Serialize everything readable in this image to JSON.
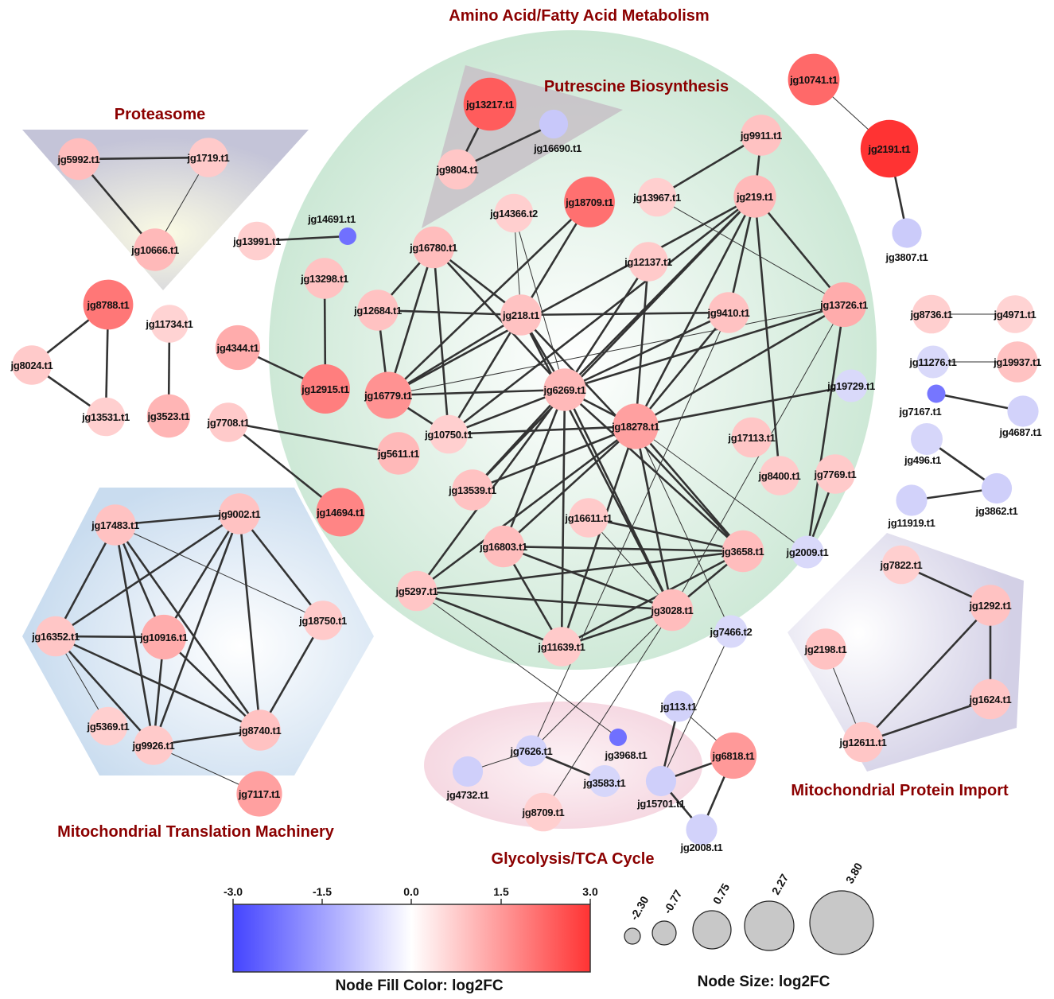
{
  "groups": [
    {
      "id": "amino",
      "title": "Amino Acid/Fatty Acid Metabolism",
      "color": "#cfe8d8"
    },
    {
      "id": "putrescine",
      "title": "Putrescine Biosynthesis",
      "color": "#c9c3c9"
    },
    {
      "id": "proteasome",
      "title": "Proteasome",
      "color": "#f4f3cf"
    },
    {
      "id": "translation",
      "title": "Mitochondrial Translation Machinery",
      "color": "#d4e4f2"
    },
    {
      "id": "glycolysis",
      "title": "Glycolysis/TCA Cycle",
      "color": "#f6dbe3"
    },
    {
      "id": "import",
      "title": "Mitochondrial Protein Import",
      "color": "#dcd9ea"
    }
  ],
  "nodes": [
    {
      "id": "jg10741.t1",
      "log2fc": 2.2
    },
    {
      "id": "jg2191.t1",
      "log2fc": 3.0
    },
    {
      "id": "jg3807.t1",
      "log2fc": -0.7
    },
    {
      "id": "jg13217.t1",
      "log2fc": 2.4
    },
    {
      "id": "jg16690.t1",
      "log2fc": -0.8
    },
    {
      "id": "jg9804.t1",
      "log2fc": 0.7
    },
    {
      "id": "jg5992.t1",
      "log2fc": 0.9
    },
    {
      "id": "jg1719.t1",
      "log2fc": 0.6
    },
    {
      "id": "jg10666.t1",
      "log2fc": 1.0
    },
    {
      "id": "jg9911.t1",
      "log2fc": 0.8
    },
    {
      "id": "jg13967.t1",
      "log2fc": 0.5
    },
    {
      "id": "jg219.t1",
      "log2fc": 1.0
    },
    {
      "id": "jg18709.t1",
      "log2fc": 2.1
    },
    {
      "id": "jg14366.t2",
      "log2fc": 0.5
    },
    {
      "id": "jg14691.t1",
      "log2fc": -2.3
    },
    {
      "id": "jg13991.t1",
      "log2fc": 0.5
    },
    {
      "id": "jg16780.t1",
      "log2fc": 0.9
    },
    {
      "id": "jg12137.t1",
      "log2fc": 0.6
    },
    {
      "id": "jg13298.t1",
      "log2fc": 0.8
    },
    {
      "id": "jg12684.t1",
      "log2fc": 0.8
    },
    {
      "id": "jg218.t1",
      "log2fc": 0.8
    },
    {
      "id": "jg9410.t1",
      "log2fc": 0.8
    },
    {
      "id": "jg13726.t1",
      "log2fc": 1.3
    },
    {
      "id": "jg8788.t1",
      "log2fc": 2.0
    },
    {
      "id": "jg11734.t1",
      "log2fc": 0.4
    },
    {
      "id": "jg8024.t1",
      "log2fc": 0.6
    },
    {
      "id": "jg4344.t1",
      "log2fc": 1.3
    },
    {
      "id": "jg12915.t1",
      "log2fc": 1.9
    },
    {
      "id": "jg16779.t1",
      "log2fc": 1.6
    },
    {
      "id": "jg6269.t1",
      "log2fc": 1.0
    },
    {
      "id": "jg19729.t1",
      "log2fc": -0.3
    },
    {
      "id": "jg8736.t1",
      "log2fc": 0.5
    },
    {
      "id": "jg4971.t1",
      "log2fc": 0.4
    },
    {
      "id": "jg11276.t1",
      "log2fc": -0.3
    },
    {
      "id": "jg19937.t1",
      "log2fc": 0.8
    },
    {
      "id": "jg13531.t1",
      "log2fc": 0.5
    },
    {
      "id": "jg3523.t1",
      "log2fc": 1.1
    },
    {
      "id": "jg7708.t1",
      "log2fc": 0.6
    },
    {
      "id": "jg10750.t1",
      "log2fc": 0.5
    },
    {
      "id": "jg18278.t1",
      "log2fc": 1.4
    },
    {
      "id": "jg17113.t1",
      "log2fc": 0.7
    },
    {
      "id": "jg7167.t1",
      "log2fc": -2.2
    },
    {
      "id": "jg4687.t1",
      "log2fc": -0.5
    },
    {
      "id": "jg5611.t1",
      "log2fc": 1.0
    },
    {
      "id": "jg496.t1",
      "log2fc": -0.4
    },
    {
      "id": "jg8400.t1",
      "log2fc": 0.6
    },
    {
      "id": "jg7769.t1",
      "log2fc": 0.6
    },
    {
      "id": "jg13539.t1",
      "log2fc": 0.8
    },
    {
      "id": "jg3862.t1",
      "log2fc": -0.6
    },
    {
      "id": "jg14694.t1",
      "log2fc": 1.8
    },
    {
      "id": "jg11919.t1",
      "log2fc": -0.5
    },
    {
      "id": "jg17483.t1",
      "log2fc": 0.8
    },
    {
      "id": "jg9002.t1",
      "log2fc": 0.8
    },
    {
      "id": "jg16611.t1",
      "log2fc": 0.6
    },
    {
      "id": "jg16803.t1",
      "log2fc": 0.9
    },
    {
      "id": "jg3658.t1",
      "log2fc": 0.9
    },
    {
      "id": "jg2009.t1",
      "log2fc": -0.3
    },
    {
      "id": "jg7822.t1",
      "log2fc": 0.5
    },
    {
      "id": "jg1292.t1",
      "log2fc": 0.8
    },
    {
      "id": "jg5297.t1",
      "log2fc": 0.7
    },
    {
      "id": "jg18750.t1",
      "log2fc": 0.6
    },
    {
      "id": "jg16352.t1",
      "log2fc": 0.7
    },
    {
      "id": "jg10916.t1",
      "log2fc": 1.3
    },
    {
      "id": "jg2198.t1",
      "log2fc": 0.8
    },
    {
      "id": "jg11639.t1",
      "log2fc": 0.6
    },
    {
      "id": "jg3028.t1",
      "log2fc": 0.9
    },
    {
      "id": "jg7466.t2",
      "log2fc": -0.3
    },
    {
      "id": "jg113.t1",
      "log2fc": -0.5
    },
    {
      "id": "jg1624.t1",
      "log2fc": 0.7
    },
    {
      "id": "jg5369.t1",
      "log2fc": 0.5
    },
    {
      "id": "jg8740.t1",
      "log2fc": 0.8
    },
    {
      "id": "jg9926.t1",
      "log2fc": 0.6
    },
    {
      "id": "jg3968.t1",
      "log2fc": -2.3
    },
    {
      "id": "jg6818.t1",
      "log2fc": 1.5
    },
    {
      "id": "jg12611.t1",
      "log2fc": 0.7
    },
    {
      "id": "jg7626.t1",
      "log2fc": -0.5
    },
    {
      "id": "jg4732.t1",
      "log2fc": -0.6
    },
    {
      "id": "jg3583.t1",
      "log2fc": -0.4
    },
    {
      "id": "jg15701.t1",
      "log2fc": -0.6
    },
    {
      "id": "jg8709.t1",
      "log2fc": 0.5
    },
    {
      "id": "jg2008.t1",
      "log2fc": -0.5
    },
    {
      "id": "jg7117.t1",
      "log2fc": 1.4
    }
  ],
  "edges": [
    [
      "jg10741.t1",
      "jg2191.t1"
    ],
    [
      "jg2191.t1",
      "jg3807.t1"
    ],
    [
      "jg13217.t1",
      "jg9804.t1"
    ],
    [
      "jg9804.t1",
      "jg16690.t1"
    ],
    [
      "jg5992.t1",
      "jg1719.t1"
    ],
    [
      "jg5992.t1",
      "jg10666.t1"
    ],
    [
      "jg1719.t1",
      "jg10666.t1"
    ],
    [
      "jg13991.t1",
      "jg14691.t1"
    ],
    [
      "jg8788.t1",
      "jg8024.t1"
    ],
    [
      "jg8788.t1",
      "jg13531.t1"
    ],
    [
      "jg8024.t1",
      "jg13531.t1"
    ],
    [
      "jg11734.t1",
      "jg3523.t1"
    ],
    [
      "jg13298.t1",
      "jg12915.t1"
    ],
    [
      "jg4344.t1",
      "jg12915.t1"
    ],
    [
      "jg7708.t1",
      "jg5611.t1"
    ],
    [
      "jg7708.t1",
      "jg14694.t1"
    ],
    [
      "jg8736.t1",
      "jg4971.t1"
    ],
    [
      "jg11276.t1",
      "jg19937.t1"
    ],
    [
      "jg7167.t1",
      "jg4687.t1"
    ],
    [
      "jg496.t1",
      "jg3862.t1"
    ],
    [
      "jg11919.t1",
      "jg3862.t1"
    ],
    [
      "jg9911.t1",
      "jg13967.t1"
    ],
    [
      "jg9911.t1",
      "jg219.t1"
    ],
    [
      "jg13967.t1",
      "jg13726.t1"
    ],
    [
      "jg219.t1",
      "jg6269.t1"
    ],
    [
      "jg219.t1",
      "jg18278.t1"
    ],
    [
      "jg219.t1",
      "jg8400.t1"
    ],
    [
      "jg219.t1",
      "jg13726.t1"
    ],
    [
      "jg219.t1",
      "jg9410.t1"
    ],
    [
      "jg219.t1",
      "jg16779.t1"
    ],
    [
      "jg219.t1",
      "jg10750.t1"
    ],
    [
      "jg219.t1",
      "jg13539.t1"
    ],
    [
      "jg18709.t1",
      "jg16779.t1"
    ],
    [
      "jg18709.t1",
      "jg218.t1"
    ],
    [
      "jg14366.t2",
      "jg218.t1"
    ],
    [
      "jg14366.t2",
      "jg6269.t1"
    ],
    [
      "jg16780.t1",
      "jg218.t1"
    ],
    [
      "jg16780.t1",
      "jg6269.t1"
    ],
    [
      "jg16780.t1",
      "jg16779.t1"
    ],
    [
      "jg16780.t1",
      "jg10750.t1"
    ],
    [
      "jg16780.t1",
      "jg12684.t1"
    ],
    [
      "jg12684.t1",
      "jg218.t1"
    ],
    [
      "jg12684.t1",
      "jg16779.t1"
    ],
    [
      "jg218.t1",
      "jg16779.t1"
    ],
    [
      "jg218.t1",
      "jg6269.t1"
    ],
    [
      "jg218.t1",
      "jg10750.t1"
    ],
    [
      "jg218.t1",
      "jg9410.t1"
    ],
    [
      "jg218.t1",
      "jg3658.t1"
    ],
    [
      "jg218.t1",
      "jg3028.t1"
    ],
    [
      "jg12137.t1",
      "jg18278.t1"
    ],
    [
      "jg12137.t1",
      "jg6269.t1"
    ],
    [
      "jg9410.t1",
      "jg6269.t1"
    ],
    [
      "jg9410.t1",
      "jg18278.t1"
    ],
    [
      "jg13726.t1",
      "jg6269.t1"
    ],
    [
      "jg13726.t1",
      "jg18278.t1"
    ],
    [
      "jg13726.t1",
      "jg2009.t1"
    ],
    [
      "jg13726.t1",
      "jg16779.t1"
    ],
    [
      "jg13726.t1",
      "jg3028.t1"
    ],
    [
      "jg16779.t1",
      "jg6269.t1"
    ],
    [
      "jg16779.t1",
      "jg10750.t1"
    ],
    [
      "jg6269.t1",
      "jg10750.t1"
    ],
    [
      "jg6269.t1",
      "jg18278.t1"
    ],
    [
      "jg6269.t1",
      "jg13539.t1"
    ],
    [
      "jg6269.t1",
      "jg16803.t1"
    ],
    [
      "jg6269.t1",
      "jg3658.t1"
    ],
    [
      "jg6269.t1",
      "jg11639.t1"
    ],
    [
      "jg6269.t1",
      "jg3028.t1"
    ],
    [
      "jg6269.t1",
      "jg5297.t1"
    ],
    [
      "jg19729.t1",
      "jg18278.t1"
    ],
    [
      "jg10750.t1",
      "jg18278.t1"
    ],
    [
      "jg18278.t1",
      "jg16803.t1"
    ],
    [
      "jg18278.t1",
      "jg5297.t1"
    ],
    [
      "jg18278.t1",
      "jg3658.t1"
    ],
    [
      "jg18278.t1",
      "jg3028.t1"
    ],
    [
      "jg18278.t1",
      "jg11639.t1"
    ],
    [
      "jg18278.t1",
      "jg13539.t1"
    ],
    [
      "jg18278.t1",
      "jg2009.t1"
    ],
    [
      "jg18278.t1",
      "jg7466.t2"
    ],
    [
      "jg7769.t1",
      "jg2009.t1"
    ],
    [
      "jg16803.t1",
      "jg3658.t1"
    ],
    [
      "jg16803.t1",
      "jg11639.t1"
    ],
    [
      "jg16803.t1",
      "jg3028.t1"
    ],
    [
      "jg16611.t1",
      "jg3658.t1"
    ],
    [
      "jg16611.t1",
      "jg3028.t1"
    ],
    [
      "jg5297.t1",
      "jg3658.t1"
    ],
    [
      "jg5297.t1",
      "jg11639.t1"
    ],
    [
      "jg5297.t1",
      "jg3028.t1"
    ],
    [
      "jg5297.t1",
      "jg3968.t1"
    ],
    [
      "jg11639.t1",
      "jg3028.t1"
    ],
    [
      "jg11639.t1",
      "jg3658.t1"
    ],
    [
      "jg3658.t1",
      "jg3028.t1"
    ],
    [
      "jg9410.t1",
      "jg7626.t1"
    ],
    [
      "jg3028.t1",
      "jg8709.t1"
    ],
    [
      "jg7466.t2",
      "jg15701.t1"
    ],
    [
      "jg3028.t1",
      "jg7626.t1"
    ],
    [
      "jg17483.t1",
      "jg9002.t1"
    ],
    [
      "jg17483.t1",
      "jg16352.t1"
    ],
    [
      "jg17483.t1",
      "jg10916.t1"
    ],
    [
      "jg17483.t1",
      "jg8740.t1"
    ],
    [
      "jg17483.t1",
      "jg9926.t1"
    ],
    [
      "jg17483.t1",
      "jg18750.t1"
    ],
    [
      "jg9002.t1",
      "jg16352.t1"
    ],
    [
      "jg9002.t1",
      "jg10916.t1"
    ],
    [
      "jg9002.t1",
      "jg8740.t1"
    ],
    [
      "jg9002.t1",
      "jg9926.t1"
    ],
    [
      "jg9002.t1",
      "jg18750.t1"
    ],
    [
      "jg16352.t1",
      "jg10916.t1"
    ],
    [
      "jg16352.t1",
      "jg8740.t1"
    ],
    [
      "jg16352.t1",
      "jg5369.t1"
    ],
    [
      "jg16352.t1",
      "jg9926.t1"
    ],
    [
      "jg10916.t1",
      "jg9926.t1"
    ],
    [
      "jg10916.t1",
      "jg8740.t1"
    ],
    [
      "jg18750.t1",
      "jg8740.t1"
    ],
    [
      "jg9926.t1",
      "jg8740.t1"
    ],
    [
      "jg9926.t1",
      "jg7117.t1"
    ],
    [
      "jg7822.t1",
      "jg1292.t1"
    ],
    [
      "jg1292.t1",
      "jg1624.t1"
    ],
    [
      "jg1292.t1",
      "jg12611.t1"
    ],
    [
      "jg1624.t1",
      "jg12611.t1"
    ],
    [
      "jg2198.t1",
      "jg12611.t1"
    ],
    [
      "jg4732.t1",
      "jg7626.t1"
    ],
    [
      "jg7626.t1",
      "jg3583.t1"
    ],
    [
      "jg113.t1",
      "jg6818.t1"
    ],
    [
      "jg113.t1",
      "jg15701.t1"
    ],
    [
      "jg6818.t1",
      "jg15701.t1"
    ],
    [
      "jg6818.t1",
      "jg2008.t1"
    ],
    [
      "jg15701.t1",
      "jg2008.t1"
    ]
  ],
  "color_legend": {
    "ticks": [
      "-3.0",
      "-1.5",
      "0.0",
      "1.5",
      "3.0"
    ],
    "title": "Node Fill Color:  log2FC",
    "low_color": "#4444ff",
    "mid_color": "#ffffff",
    "high_color": "#ff3333"
  },
  "size_legend": {
    "values": [
      "-2.30",
      "-0.77",
      "0.75",
      "2.27",
      "3.80"
    ],
    "title": "Node Size:  log2FC",
    "fill": "#c8c8c8"
  }
}
